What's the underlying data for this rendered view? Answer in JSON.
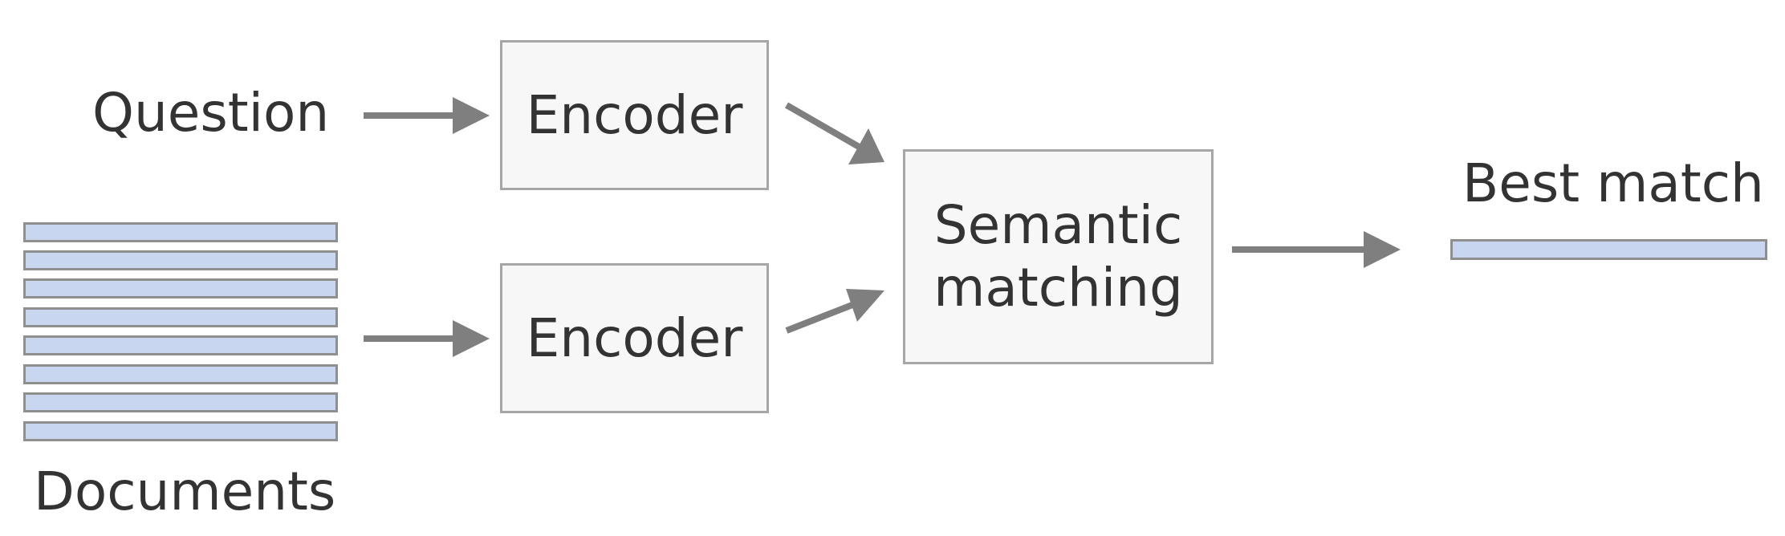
{
  "labels": {
    "question": "Question",
    "documents": "Documents",
    "best_match": "Best match"
  },
  "boxes": {
    "encoder_top": "Encoder",
    "encoder_bottom": "Encoder",
    "semantic_line1": "Semantic",
    "semantic_line2": "matching"
  },
  "colors": {
    "arrow": "#7f7f7f",
    "box_fill": "#f7f7f7",
    "box_border": "#a6a6a6",
    "document_fill": "#c9d6ef",
    "text": "#333333"
  }
}
